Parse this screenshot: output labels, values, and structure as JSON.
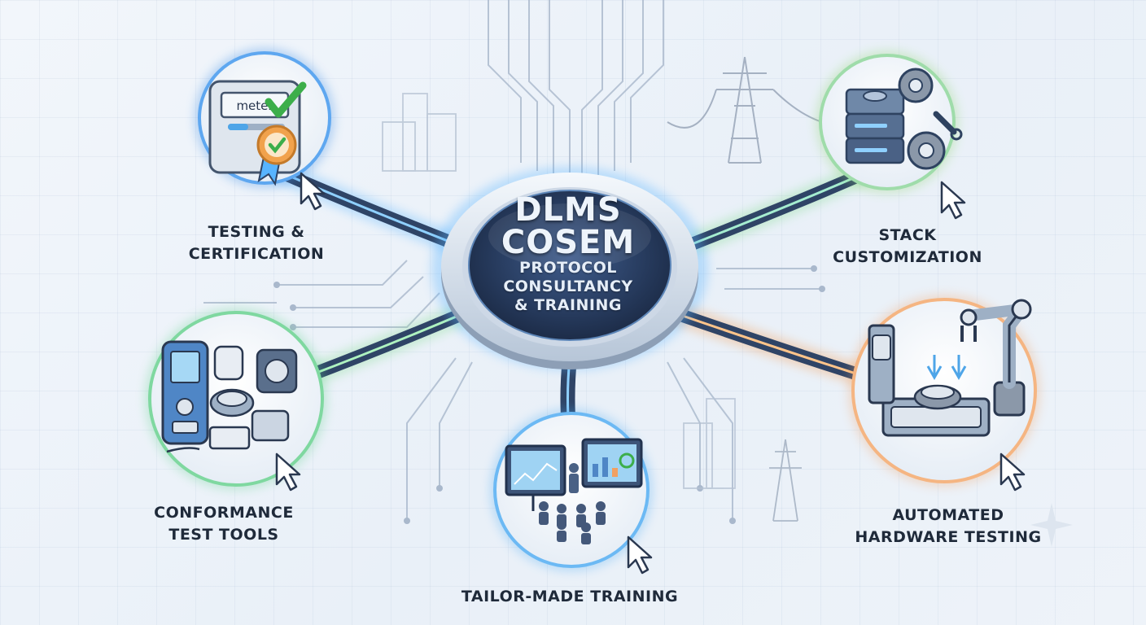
{
  "hub": {
    "title_line1": "DLMS",
    "title_line2": "COSEM",
    "sub_line1": "PROTOCOL",
    "sub_line2": "CONSULTANCY",
    "sub_line3": "& TRAINING"
  },
  "nodes": [
    {
      "id": "testing",
      "line1": "TESTING &",
      "line2": "CERTIFICATION",
      "icon": "meter-certificate-icon",
      "ring_color": "#3f8fe6",
      "meter_text": "meter"
    },
    {
      "id": "stack",
      "line1": "STACK",
      "line2": "CUSTOMIZATION",
      "icon": "server-gears-icon",
      "ring_color": "#8fd46a"
    },
    {
      "id": "conformance",
      "line1": "CONFORMANCE",
      "line2": "TEST TOOLS",
      "icon": "test-devices-icon",
      "ring_color": "#5fd08a"
    },
    {
      "id": "training",
      "line1": "TAILOR-MADE TRAINING",
      "icon": "classroom-icon",
      "ring_color": "#4aa9f2"
    },
    {
      "id": "hardware",
      "line1": "AUTOMATED",
      "line2": "HARDWARE TESTING",
      "icon": "robot-arm-icon",
      "ring_color": "#f1a062"
    }
  ],
  "colors": {
    "hub_dark": "#24365c",
    "rail": "#2f4466",
    "glow_blue": "#58b4ff",
    "glow_green": "#7fdc8c",
    "glow_orange": "#f39a50"
  }
}
